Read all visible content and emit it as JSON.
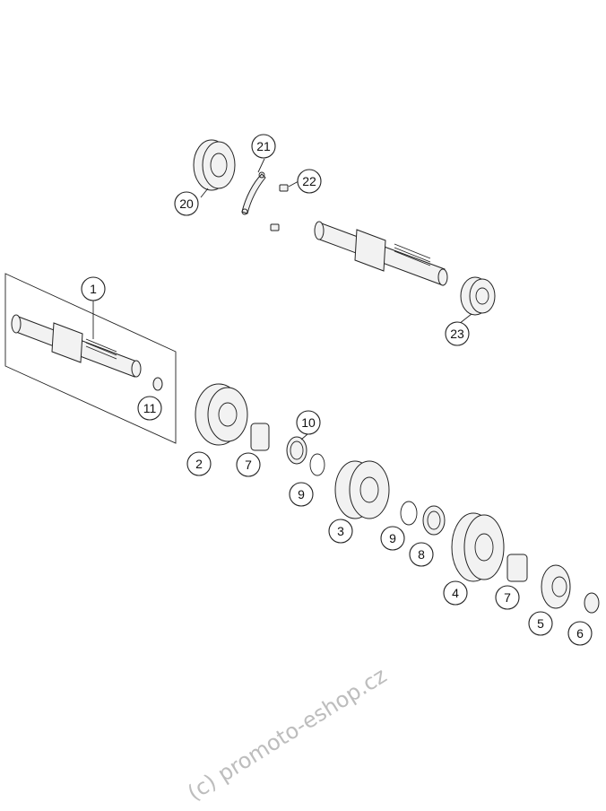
{
  "callouts": [
    {
      "id": "c1",
      "label": "1"
    },
    {
      "id": "c2",
      "label": "2"
    },
    {
      "id": "c3",
      "label": "3"
    },
    {
      "id": "c4",
      "label": "4"
    },
    {
      "id": "c5",
      "label": "5"
    },
    {
      "id": "c6",
      "label": "6"
    },
    {
      "id": "c7a",
      "label": "7"
    },
    {
      "id": "c7b",
      "label": "7"
    },
    {
      "id": "c8",
      "label": "8"
    },
    {
      "id": "c9a",
      "label": "9"
    },
    {
      "id": "c9b",
      "label": "9"
    },
    {
      "id": "c10",
      "label": "10"
    },
    {
      "id": "c11",
      "label": "11"
    },
    {
      "id": "c20",
      "label": "20"
    },
    {
      "id": "c21",
      "label": "21"
    },
    {
      "id": "c22",
      "label": "22"
    },
    {
      "id": "c23",
      "label": "23"
    }
  ],
  "watermark": "(c) promoto-eshop.cz"
}
